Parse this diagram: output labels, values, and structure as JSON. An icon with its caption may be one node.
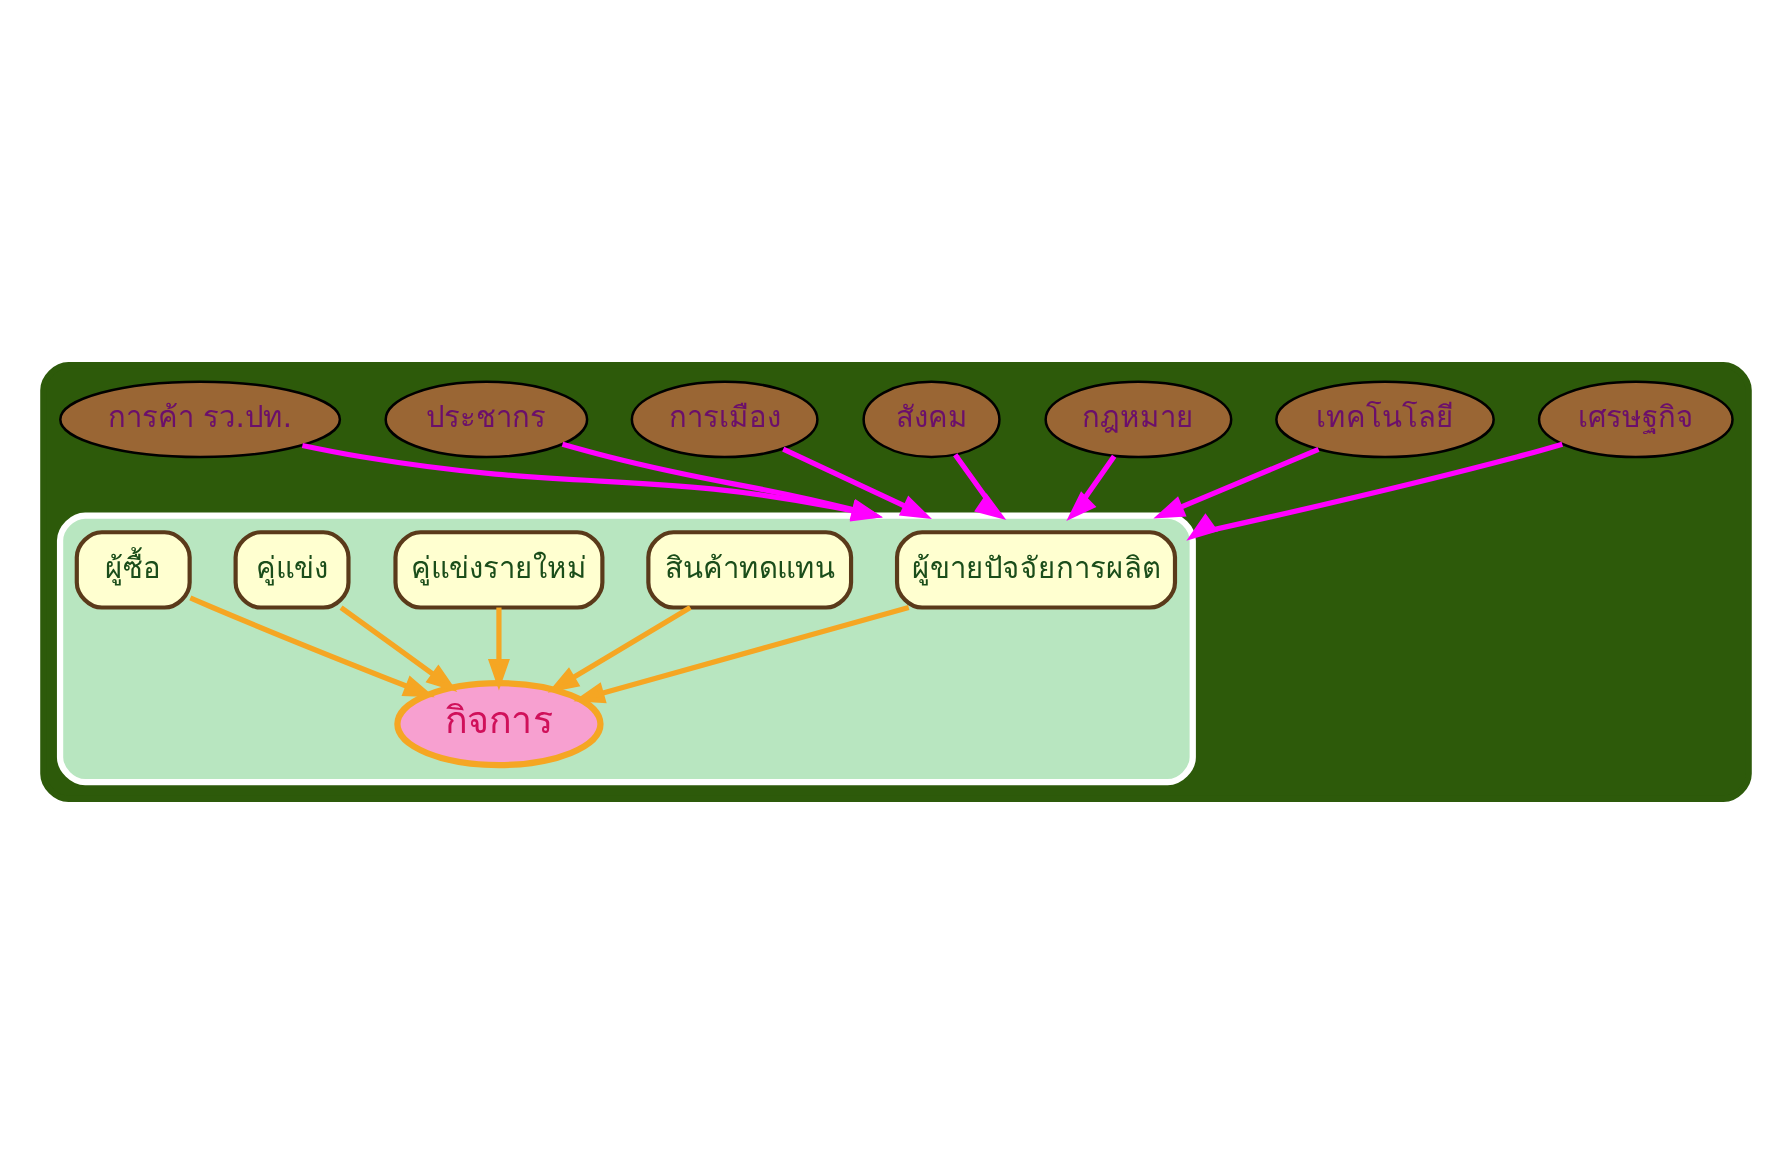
{
  "diagram": {
    "nodes": [
      {
        "text": [],
        "shape": "ellipse"
      },
      {
        "text": [],
        "shape": "ellipse",
        "in": 0
      },
      {
        "text": [
          "เศรษฐกิจ"
        ],
        "in": 0
      },
      {
        "text": [
          "เทคโนโลยี"
        ],
        "in": 0
      },
      {
        "text": [
          "กฎหมาย"
        ],
        "in": 0
      },
      {
        "text": [
          "สังคม"
        ],
        "in": 0
      },
      {
        "text": [
          "การเมือง"
        ],
        "in": 0
      },
      {
        "text": [
          "ประชากร"
        ],
        "in": 0
      },
      {
        "text": [
          "การค้า รว.ปท."
        ],
        "in": 0
      },
      {
        "text": [
          "ผู้ขายปัจจัยการผลิต"
        ],
        "in": 1
      },
      {
        "text": [
          "สินค้าทดแทน"
        ],
        "in": 1
      },
      {
        "text": [
          "กิจการ"
        ],
        "in": 1
      },
      {
        "text": [
          "คู่แข่งรายใหม่"
        ],
        "in": 1
      },
      {
        "text": [
          "คู่แข่ง"
        ],
        "in": 1
      },
      {
        "text": [
          "ผู้ซื้อ"
        ],
        "in": 1
      }
    ],
    "edges": [
      {
        "from": 2,
        "to": 1,
        "arrow": "to"
      },
      {
        "from": 3,
        "to": 1,
        "arrow": "to"
      },
      {
        "from": 4,
        "to": 1,
        "arrow": "to"
      },
      {
        "from": 5,
        "to": 1,
        "arrow": "to"
      },
      {
        "from": 6,
        "to": 1,
        "arrow": "to"
      },
      {
        "from": 7,
        "to": 1,
        "arrow": "to"
      },
      {
        "from": 8,
        "to": 1,
        "arrow": "to"
      },
      {
        "from": 9,
        "to": 11,
        "arrow": "to",
        "color": "#f5a623"
      },
      {
        "from": 10,
        "to": 11,
        "arrow": "to",
        "color": "#f5a623"
      },
      {
        "from": 12,
        "to": 11,
        "arrow": "to",
        "color": "#f5a623"
      },
      {
        "from": 13,
        "to": 11,
        "arrow": "to",
        "color": "#f5a623"
      },
      {
        "from": 14,
        "to": 11,
        "arrow": "to",
        "color": "#f5a623"
      }
    ]
  }
}
